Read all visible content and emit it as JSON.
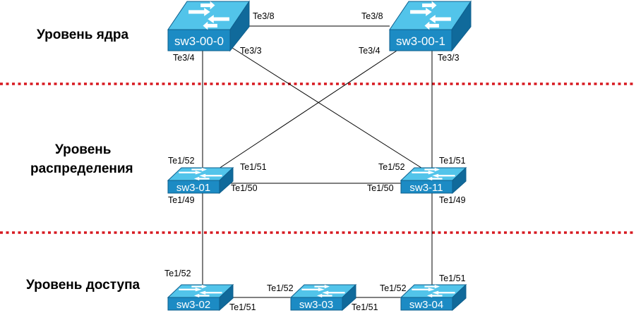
{
  "layers": {
    "core": "Уровень ядра",
    "distribution_line1": "Уровень",
    "distribution_line2": "распределения",
    "access": "Уровень доступа"
  },
  "switches": {
    "sw3_00_0": "sw3-00-0",
    "sw3_00_1": "sw3-00-1",
    "sw3_01": "sw3-01",
    "sw3_11": "sw3-11",
    "sw3_02": "sw3-02",
    "sw3_03": "sw3-03",
    "sw3_04": "sw3-04"
  },
  "ports": {
    "core0_te3_8": "Te3/8",
    "core0_te3_4": "Te3/4",
    "core0_te3_3": "Te3/3",
    "core1_te3_8": "Te3/8",
    "core1_te3_4": "Te3/4",
    "core1_te3_3": "Te3/3",
    "d01_te1_52": "Te1/52",
    "d01_te1_51": "Te1/51",
    "d01_te1_50": "Te1/50",
    "d01_te1_49": "Te1/49",
    "d11_te1_52": "Te1/52",
    "d11_te1_51": "Te1/51",
    "d11_te1_50": "Te1/50",
    "d11_te1_49": "Te1/49",
    "a02_te1_52": "Te1/52",
    "a02_te1_51": "Te1/51",
    "a03_te1_52": "Te1/52",
    "a03_te1_51": "Te1/51",
    "a04_te1_52": "Te1/52",
    "a04_te1_51": "Te1/51"
  },
  "colors": {
    "switch_top": "#52c4ea",
    "switch_front": "#1c8bc4",
    "switch_side": "#106a9b",
    "divider": "#d71920"
  }
}
